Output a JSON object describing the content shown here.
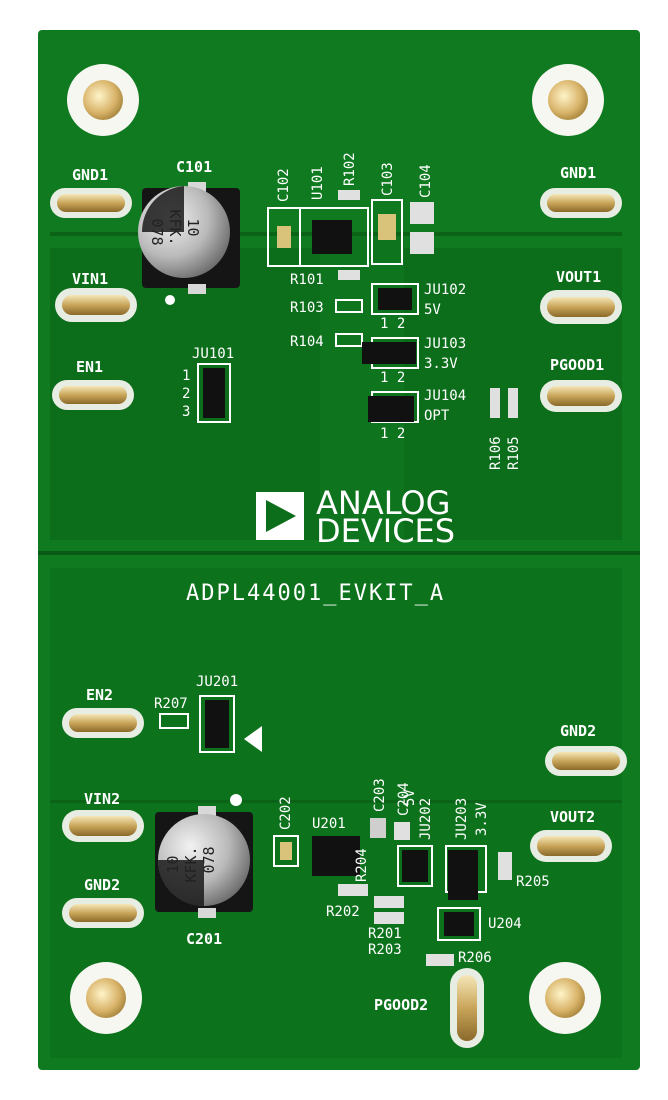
{
  "board": {
    "title": "ADPL44001_EVKIT_A",
    "logo_line1": "ANALOG",
    "logo_line2": "DEVICES",
    "colors": {
      "pcb": "#0f7a1f",
      "pcb_dark": "#0b6318",
      "silk": "#ffffff",
      "pad": "#d9c27a",
      "chip": "#111111"
    }
  },
  "top": {
    "gnd1_left": "GND1",
    "gnd1_right": "GND1",
    "vin1": "VIN1",
    "en1": "EN1",
    "vout1": "VOUT1",
    "pgood1": "PGOOD1",
    "c101": "C101",
    "c102": "C102",
    "u101": "U101",
    "r102": "R102",
    "c103": "C103",
    "c104": "C104",
    "r101": "R101",
    "r103": "R103",
    "r104": "R104",
    "ju101": "JU101",
    "ju101_pins": [
      "1",
      "2",
      "3"
    ],
    "ju102": "JU102",
    "ju102_sub": "5V",
    "ju103": "JU103",
    "ju103_sub": "3.3V",
    "ju104": "JU104",
    "ju104_sub": "OPT",
    "pin_pair": "1 2",
    "r106": "R106",
    "r105": "R105",
    "cap_text": [
      "10",
      "KFK.",
      "078"
    ]
  },
  "bottom": {
    "en2": "EN2",
    "r207": "R207",
    "ju201": "JU201",
    "gnd2_right": "GND2",
    "vin2": "VIN2",
    "c202": "C202",
    "u201": "U201",
    "c203": "C203",
    "c204": "C204",
    "ju202": "JU202",
    "ju202_sub": "5V",
    "ju203": "JU203",
    "ju203_sub": "3.3V",
    "vout2": "VOUT2",
    "gnd2_left": "GND2",
    "r204": "R204",
    "r205": "R205",
    "r202": "R202",
    "r201": "R201",
    "r203": "R203",
    "u204": "U204",
    "r206": "R206",
    "c201": "C201",
    "pgood2": "PGOOD2",
    "cap_text": [
      "10",
      "KFK.",
      "078"
    ]
  }
}
